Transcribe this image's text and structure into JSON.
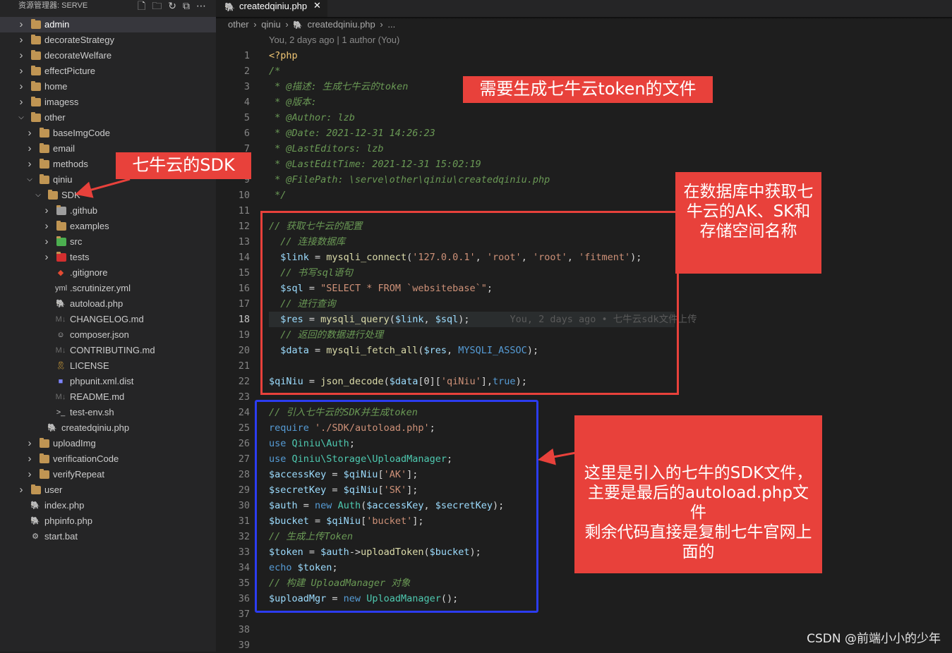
{
  "sidebar": {
    "title": "资源管理器: SERVE",
    "actions": [
      "new-file-icon",
      "new-folder-icon",
      "refresh-icon",
      "collapse-icon",
      "more-icon"
    ],
    "tree": [
      {
        "label": "admin",
        "depth": 0,
        "kind": "folder",
        "expanded": false,
        "active": true
      },
      {
        "label": "decorateStrategy",
        "depth": 0,
        "kind": "folder",
        "expanded": false
      },
      {
        "label": "decorateWelfare",
        "depth": 0,
        "kind": "folder",
        "expanded": false
      },
      {
        "label": "effectPicture",
        "depth": 0,
        "kind": "folder",
        "expanded": false
      },
      {
        "label": "home",
        "depth": 0,
        "kind": "folder",
        "expanded": false
      },
      {
        "label": "imagess",
        "depth": 0,
        "kind": "folder",
        "expanded": false
      },
      {
        "label": "other",
        "depth": 0,
        "kind": "folder",
        "expanded": true
      },
      {
        "label": "baseImgCode",
        "depth": 1,
        "kind": "folder",
        "expanded": false
      },
      {
        "label": "email",
        "depth": 1,
        "kind": "folder",
        "expanded": false
      },
      {
        "label": "methods",
        "depth": 1,
        "kind": "folder",
        "expanded": false
      },
      {
        "label": "qiniu",
        "depth": 1,
        "kind": "folder",
        "expanded": true
      },
      {
        "label": "SDK",
        "depth": 2,
        "kind": "folder",
        "expanded": true
      },
      {
        "label": ".github",
        "depth": 3,
        "kind": "folder-github",
        "expanded": false
      },
      {
        "label": "examples",
        "depth": 3,
        "kind": "folder",
        "expanded": false
      },
      {
        "label": "src",
        "depth": 3,
        "kind": "folder-src",
        "expanded": false
      },
      {
        "label": "tests",
        "depth": 3,
        "kind": "folder-tests",
        "expanded": false
      },
      {
        "label": ".gitignore",
        "depth": 3,
        "kind": "file-git"
      },
      {
        "label": ".scrutinizer.yml",
        "depth": 3,
        "kind": "file-yml"
      },
      {
        "label": "autoload.php",
        "depth": 3,
        "kind": "file-php"
      },
      {
        "label": "CHANGELOG.md",
        "depth": 3,
        "kind": "file-md"
      },
      {
        "label": "composer.json",
        "depth": 3,
        "kind": "file-composer"
      },
      {
        "label": "CONTRIBUTING.md",
        "depth": 3,
        "kind": "file-md"
      },
      {
        "label": "LICENSE",
        "depth": 3,
        "kind": "file-license"
      },
      {
        "label": "phpunit.xml.dist",
        "depth": 3,
        "kind": "file-xml"
      },
      {
        "label": "README.md",
        "depth": 3,
        "kind": "file-md"
      },
      {
        "label": "test-env.sh",
        "depth": 3,
        "kind": "file-sh"
      },
      {
        "label": "createdqiniu.php",
        "depth": 2,
        "kind": "file-php"
      },
      {
        "label": "uploadImg",
        "depth": 1,
        "kind": "folder",
        "expanded": false
      },
      {
        "label": "verificationCode",
        "depth": 1,
        "kind": "folder",
        "expanded": false
      },
      {
        "label": "verifyRepeat",
        "depth": 1,
        "kind": "folder",
        "expanded": false
      },
      {
        "label": "user",
        "depth": 0,
        "kind": "folder",
        "expanded": false
      },
      {
        "label": "index.php",
        "depth": 0,
        "kind": "file-php"
      },
      {
        "label": "phpinfo.php",
        "depth": 0,
        "kind": "file-php"
      },
      {
        "label": "start.bat",
        "depth": 0,
        "kind": "file-bat"
      }
    ]
  },
  "editor": {
    "tab_label": "createdqiniu.php",
    "tab_close": "✕",
    "breadcrumb": [
      "other",
      "qiniu",
      "createdqiniu.php",
      "..."
    ],
    "blame_header": "You, 2 days ago | 1 author (You)",
    "current_line": 18,
    "inline_blame": "You, 2 days ago • 七牛云sdk文件上传",
    "line_numbers": [
      "1",
      "2",
      "3",
      "4",
      "5",
      "6",
      "7",
      "8",
      "9",
      "10",
      "11",
      "12",
      "13",
      "14",
      "15",
      "16",
      "17",
      "18",
      "19",
      "20",
      "21",
      "22",
      "23",
      "24",
      "25",
      "26",
      "27",
      "28",
      "29",
      "30",
      "31",
      "32",
      "33",
      "34",
      "35",
      "36",
      "37",
      "38",
      "39"
    ],
    "code": [
      [
        [
          "tag",
          "<?php"
        ]
      ],
      [
        [
          "cm",
          "/*"
        ]
      ],
      [
        [
          "cm",
          " * @描述: 生成七牛云的token"
        ]
      ],
      [
        [
          "cm",
          " * @版本:"
        ]
      ],
      [
        [
          "cm",
          " * @Author: lzb"
        ]
      ],
      [
        [
          "cm",
          " * @Date: 2021-12-31 14:26:23"
        ]
      ],
      [
        [
          "cm",
          " * @LastEditors: lzb"
        ]
      ],
      [
        [
          "cm",
          " * @LastEditTime: 2021-12-31 15:02:19"
        ]
      ],
      [
        [
          "cm",
          " * @FilePath: \\serve\\other\\qiniu\\createdqiniu.php"
        ]
      ],
      [
        [
          "cm",
          " */"
        ]
      ],
      [],
      [
        [
          "cm",
          "// 获取七牛云的配置"
        ]
      ],
      [
        [
          "cm",
          "  // 连接数据库"
        ]
      ],
      [
        [
          "",
          "  "
        ],
        [
          "vr",
          "$link"
        ],
        [
          "",
          " = "
        ],
        [
          "fn",
          "mysqli_connect"
        ],
        [
          "",
          "("
        ],
        [
          "st",
          "'127.0.0.1'"
        ],
        [
          "",
          ", "
        ],
        [
          "st",
          "'root'"
        ],
        [
          "",
          ", "
        ],
        [
          "st",
          "'root'"
        ],
        [
          "",
          ", "
        ],
        [
          "st",
          "'fitment'"
        ],
        [
          "",
          ");"
        ]
      ],
      [
        [
          "cm",
          "  // 书写sql语句"
        ]
      ],
      [
        [
          "",
          "  "
        ],
        [
          "vr",
          "$sql"
        ],
        [
          "",
          " = "
        ],
        [
          "st",
          "\"SELECT * FROM `websitebase`\""
        ],
        [
          "",
          ";"
        ]
      ],
      [
        [
          "cm",
          "  // 进行查询"
        ]
      ],
      [
        [
          "",
          "  "
        ],
        [
          "vr",
          "$res"
        ],
        [
          "",
          " = "
        ],
        [
          "fn",
          "mysqli_query"
        ],
        [
          "",
          "("
        ],
        [
          "vr",
          "$link"
        ],
        [
          "",
          ", "
        ],
        [
          "vr",
          "$sql"
        ],
        [
          "",
          ");"
        ]
      ],
      [
        [
          "cm",
          "  // 返回的数据进行处理"
        ]
      ],
      [
        [
          "",
          "  "
        ],
        [
          "vr",
          "$data"
        ],
        [
          "",
          " = "
        ],
        [
          "fn",
          "mysqli_fetch_all"
        ],
        [
          "",
          "("
        ],
        [
          "vr",
          "$res"
        ],
        [
          "",
          ", "
        ],
        [
          "kw",
          "MYSQLI_ASSOC"
        ],
        [
          "",
          ");"
        ]
      ],
      [],
      [
        [
          "vr",
          "$qiNiu"
        ],
        [
          "",
          " = "
        ],
        [
          "fn",
          "json_decode"
        ],
        [
          "",
          "("
        ],
        [
          "vr",
          "$data"
        ],
        [
          "",
          "[0]["
        ],
        [
          "st",
          "'qiNiu'"
        ],
        [
          "",
          "],"
        ],
        [
          "kw",
          "true"
        ],
        [
          "",
          ");"
        ]
      ],
      [],
      [
        [
          "cm",
          "// 引入七牛云的SDK并生成token"
        ]
      ],
      [
        [
          "kw",
          "require"
        ],
        [
          "",
          " "
        ],
        [
          "st",
          "'./SDK/autoload.php'"
        ],
        [
          "",
          ";"
        ]
      ],
      [
        [
          "kw",
          "use"
        ],
        [
          "",
          " "
        ],
        [
          "cls",
          "Qiniu\\Auth"
        ],
        [
          "",
          ";"
        ]
      ],
      [
        [
          "kw",
          "use"
        ],
        [
          "",
          " "
        ],
        [
          "cls",
          "Qiniu\\Storage\\UploadManager"
        ],
        [
          "",
          ";"
        ]
      ],
      [
        [
          "vr",
          "$accessKey"
        ],
        [
          "",
          " = "
        ],
        [
          "vr",
          "$qiNiu"
        ],
        [
          "",
          "["
        ],
        [
          "st",
          "'AK'"
        ],
        [
          "",
          "];"
        ]
      ],
      [
        [
          "vr",
          "$secretKey"
        ],
        [
          "",
          " = "
        ],
        [
          "vr",
          "$qiNiu"
        ],
        [
          "",
          "["
        ],
        [
          "st",
          "'SK'"
        ],
        [
          "",
          "];"
        ]
      ],
      [
        [
          "vr",
          "$auth"
        ],
        [
          "",
          " = "
        ],
        [
          "kw",
          "new"
        ],
        [
          "",
          " "
        ],
        [
          "cls",
          "Auth"
        ],
        [
          "",
          "("
        ],
        [
          "vr",
          "$accessKey"
        ],
        [
          "",
          ", "
        ],
        [
          "vr",
          "$secretKey"
        ],
        [
          "",
          ");"
        ]
      ],
      [
        [
          "vr",
          "$bucket"
        ],
        [
          "",
          " = "
        ],
        [
          "vr",
          "$qiNiu"
        ],
        [
          "",
          "["
        ],
        [
          "st",
          "'bucket'"
        ],
        [
          "",
          "];"
        ]
      ],
      [
        [
          "cm",
          "// 生成上传Token"
        ]
      ],
      [
        [
          "vr",
          "$token"
        ],
        [
          "",
          " = "
        ],
        [
          "vr",
          "$auth"
        ],
        [
          "",
          "->"
        ],
        [
          "fn",
          "uploadToken"
        ],
        [
          "",
          "("
        ],
        [
          "vr",
          "$bucket"
        ],
        [
          "",
          ");"
        ]
      ],
      [
        [
          "kw",
          "echo"
        ],
        [
          "",
          " "
        ],
        [
          "vr",
          "$token"
        ],
        [
          "",
          ";"
        ]
      ],
      [
        [
          "cm",
          "// 构建 UploadManager 对象"
        ]
      ],
      [
        [
          "vr",
          "$uploadMgr"
        ],
        [
          "",
          " = "
        ],
        [
          "kw",
          "new"
        ],
        [
          "",
          " "
        ],
        [
          "cls",
          "UploadManager"
        ],
        [
          "",
          "();"
        ]
      ],
      [],
      [],
      []
    ]
  },
  "annotations": {
    "sdk_label": "七牛云的SDK",
    "file_label": "需要生成七牛云token的文件",
    "db_label": "在数据库中获取七牛云的AK、SK和存储空间名称",
    "sdk_import_label": "这里是引入的七牛的SDK文件，主要是最后的autoload.php文件\n剩余代码直接是复制七牛官网上面的",
    "red": "#e8413b",
    "blue": "#2c3cf0"
  },
  "watermark": "CSDN @前端小小的少年"
}
